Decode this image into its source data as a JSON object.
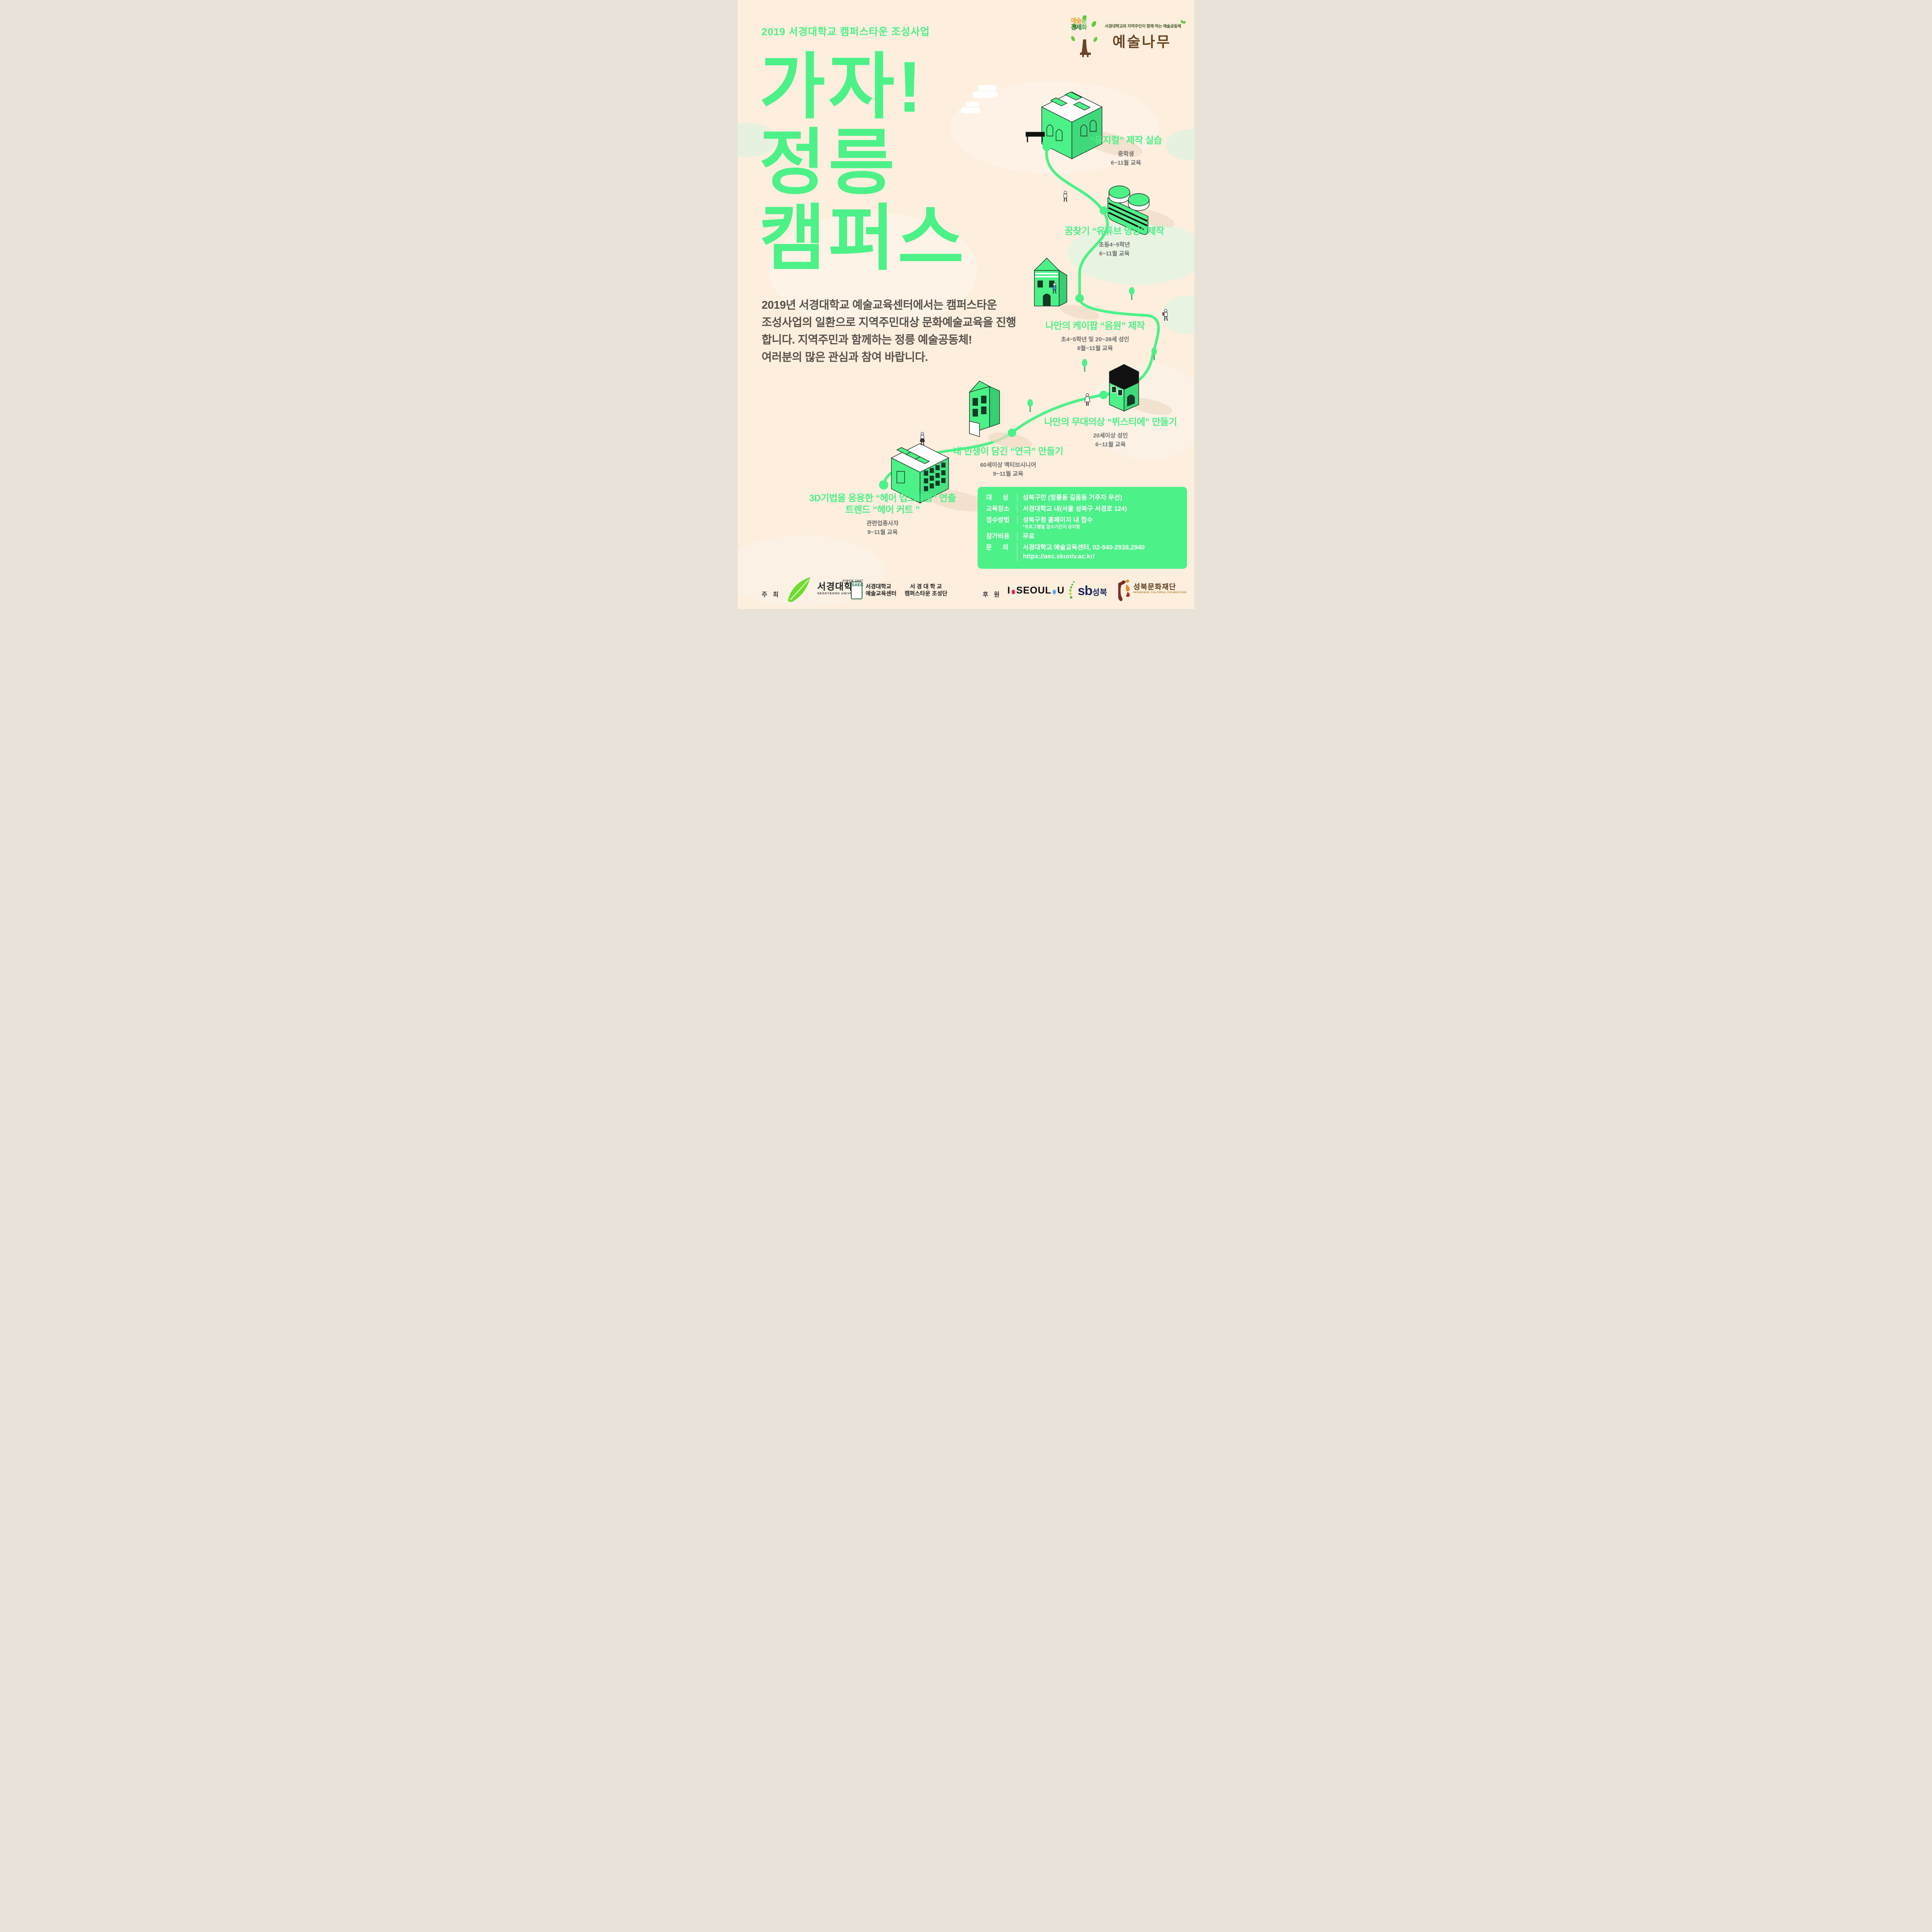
{
  "colors": {
    "background": "#fdeedd",
    "accent_green": "#4cf187",
    "pale_green_patch": "#e6f1df",
    "intro_text": "#56514b",
    "sub_text": "#6e6e6e",
    "info_box_bg": "#4cf187",
    "info_box_text": "#ffffff",
    "brand_brown": "#6a4423",
    "seoul_red_dot": "#e6264c",
    "seoul_blue_dot": "#57aaf2",
    "sb_navy": "#1b2a5e",
    "scf_brown": "#5f3a1e"
  },
  "header": {
    "project_title": "2019 서경대학교 캠퍼스타운 조성사업"
  },
  "art_tree_logo": {
    "tree_parts": {
      "p1": "예술",
      "p2": "문",
      "p3": "경제",
      "p4": "화"
    },
    "tagline": "서경대학교와 지역주민이 함께 하는 예술공동체",
    "brand": "예술나무"
  },
  "title": {
    "line1": "가자!",
    "line2": "정릉",
    "line3": "캠퍼스"
  },
  "intro": {
    "line1": "2019년 서경대학교 예술교육센터에서는 캠퍼스타운",
    "line2": "조성사업의 일환으로 지역주민대상 문화예술교육을 진행",
    "line3": "합니다. 지역주민과 함께하는 정릉 예술공동체!",
    "line4": "여러분의 많은 관심과 참여 바랍니다."
  },
  "programs": [
    {
      "title": "“뮤지컬” 제작 실습",
      "audience": "중학생",
      "period": "6~11월 교육"
    },
    {
      "title": "꿈찾기 “유튜브 영상” 제작",
      "audience": "초등4~5학년",
      "period": "6~11월 교육"
    },
    {
      "title": "나만의 케이팝 “음원” 제작",
      "audience": "초4~5학년 및 20~39세 성인",
      "period": "6월~11월 교육"
    },
    {
      "title": "나만의 무대의상 “뷔스티에” 만들기",
      "audience": "20세이상 성인",
      "period": "6~11월 교육"
    },
    {
      "title": "내 인생이 담긴 “연극” 만들기",
      "audience": "60세이상 액티브시니어",
      "period": "9~11월 교육"
    },
    {
      "title": "3D기법을 응용한 “헤어 업스타일” 연출",
      "title2": "트렌드 “헤어 커트 ”",
      "audience": "관련업종사자",
      "period": "9~11월 교육"
    }
  ],
  "info_box": {
    "rows": [
      {
        "label": "대      상",
        "value": "성북구민 (정릉동 길음동 거주자 우선)"
      },
      {
        "label": "교육장소",
        "value": "서경대학교 내(서울 성북구 서경로 124)"
      },
      {
        "label": "접수방법",
        "value": "성북구청 홈페이지 내 접수",
        "note": "*프로그램별 접수기간이 상이함"
      },
      {
        "label": "참가비용",
        "value": "무료"
      },
      {
        "label": "문      의",
        "value": "서경대학교 예술교육센터,  02-940-2938,2940",
        "value2": "https://aec.skuniv.ac.kr/"
      }
    ]
  },
  "footer": {
    "host_label": "주 최",
    "sponsor_label": "후 원",
    "hosts": [
      {
        "since": "SINCE 1947",
        "name": "서경대학교",
        "sub": "SEOKYEONG UNIVERSITY"
      },
      {
        "badge": "SAEC",
        "line1": "서경대학교",
        "line2": "예술교육센터"
      },
      {
        "line1": "서 경 대 학 교",
        "line2": "캠퍼스타운 조성단"
      }
    ],
    "sponsors": [
      {
        "i": "I",
        "seoul": "SEOUL",
        "u": "U"
      },
      {
        "sb": "sb",
        "name": "성북"
      },
      {
        "name": "성북문화재단",
        "sub": "SEONGBUK CULTURAL FOUNDATION"
      }
    ]
  }
}
